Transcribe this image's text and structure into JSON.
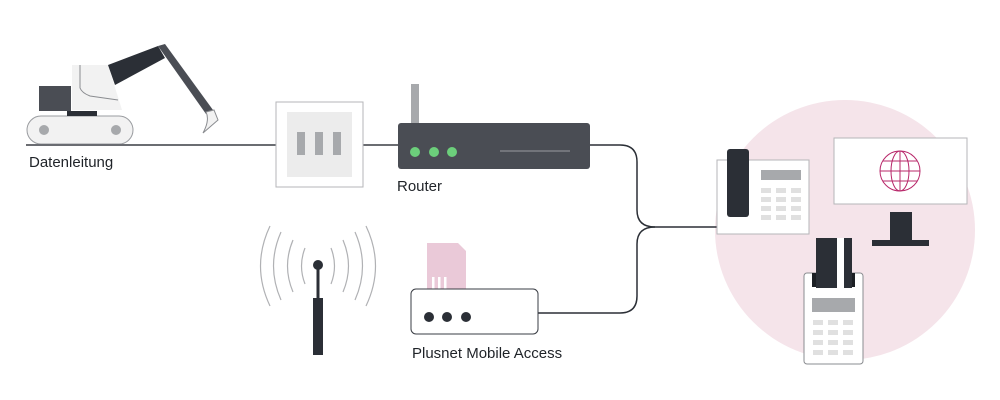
{
  "diagram": {
    "labels": {
      "data_line": "Datenleitung",
      "router": "Router",
      "mobile_access": "Plusnet Mobile Access"
    },
    "colors": {
      "dark": "#2b2f36",
      "device_dark": "#4a4d54",
      "line": "#3a3d44",
      "light_fill": "#f2f2f2",
      "gray": "#a7a9ac",
      "led_green": "#6ccf7b",
      "pink_circle": "#f5e4ea",
      "sim_pink": "#eac9d8",
      "globe": "#b8286a"
    },
    "nodes": [
      {
        "id": "excavator",
        "icon": "excavator-icon"
      },
      {
        "id": "wall-socket",
        "icon": "socket-icon"
      },
      {
        "id": "router",
        "icon": "router-icon",
        "leds": 3
      },
      {
        "id": "antenna",
        "icon": "antenna-icon"
      },
      {
        "id": "mobile-access",
        "icon": "mobile-router-icon",
        "leds": 3
      },
      {
        "id": "phone",
        "icon": "desk-phone-icon"
      },
      {
        "id": "monitor",
        "icon": "monitor-globe-icon"
      },
      {
        "id": "card-terminal",
        "icon": "card-terminal-icon"
      }
    ]
  }
}
